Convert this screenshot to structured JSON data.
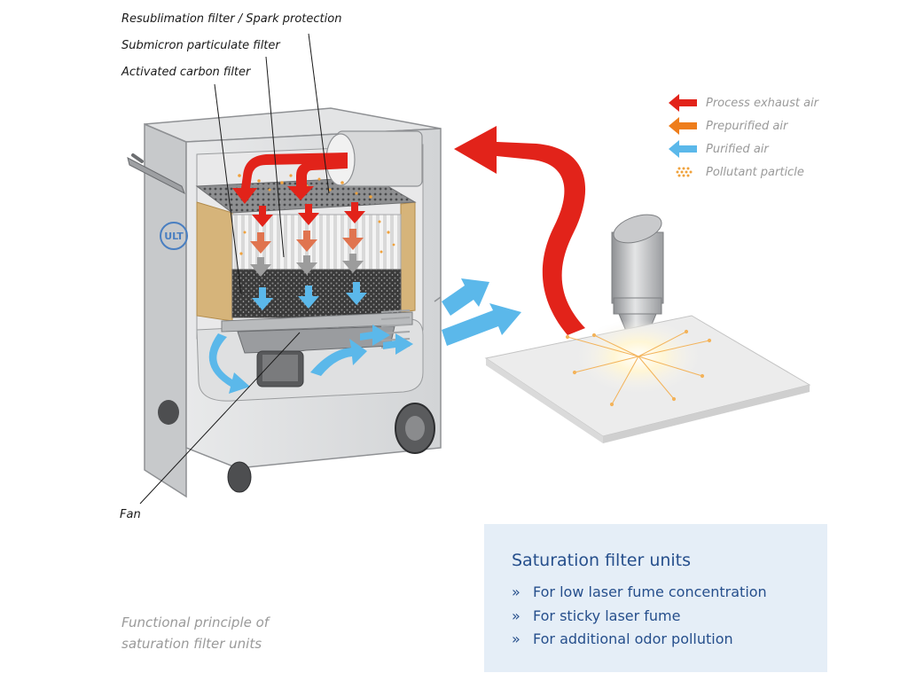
{
  "labels": {
    "resublimation": "Resublimation filter / Spark protection",
    "submicron": "Submicron particulate filter",
    "activated_carbon": "Activated carbon filter",
    "fan": "Fan"
  },
  "brand_mark": "ULT",
  "legend": [
    {
      "label": "Process exhaust air",
      "symbol": "arrow",
      "color": "#e2231a"
    },
    {
      "label": "Prepurified air",
      "symbol": "arrow",
      "color": "#ee7d1c"
    },
    {
      "label": "Purified air",
      "symbol": "arrow",
      "color": "#5bb8ea"
    },
    {
      "label": "Pollutant particle",
      "symbol": "dots",
      "color": "#f0a23c"
    }
  ],
  "caption": {
    "line1": "Functional principle of",
    "line2": "saturation filter units"
  },
  "infobox": {
    "title": "Saturation filter units",
    "bullet": "»",
    "items": [
      "For low laser fume concentration",
      "For sticky laser fume",
      "For additional odor pollution"
    ]
  }
}
